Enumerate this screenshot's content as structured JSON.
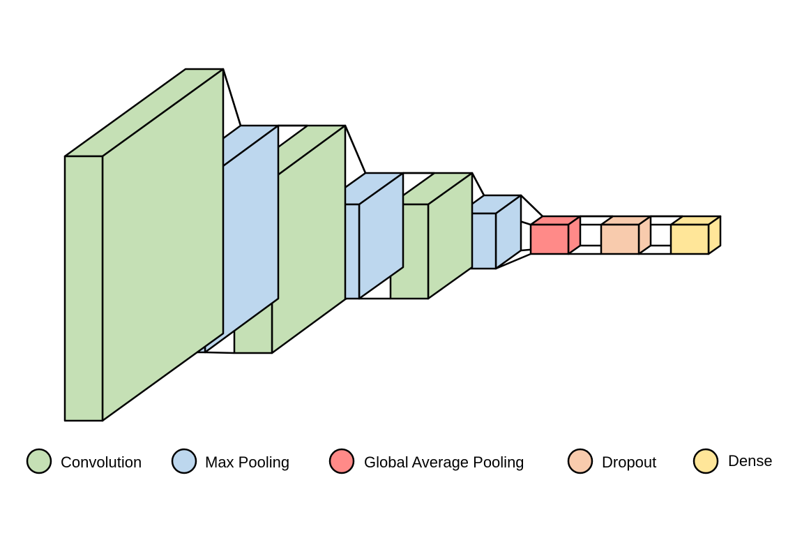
{
  "colors": {
    "convolution": "#c5e0b5",
    "max_pooling": "#bdd7ee",
    "global_average_pooling": "#ff8a88",
    "dropout": "#f8cbad",
    "dense": "#ffe699",
    "stroke": "#000000"
  },
  "layers": [
    {
      "type": "convolution"
    },
    {
      "type": "max_pooling"
    },
    {
      "type": "convolution"
    },
    {
      "type": "max_pooling"
    },
    {
      "type": "convolution"
    },
    {
      "type": "max_pooling"
    },
    {
      "type": "global_average_pooling"
    },
    {
      "type": "dropout"
    },
    {
      "type": "dense"
    }
  ],
  "legend": [
    {
      "key": "convolution",
      "label": "Convolution"
    },
    {
      "key": "max_pooling",
      "label": "Max Pooling"
    },
    {
      "key": "global_average_pooling",
      "label": "Global Average Pooling"
    },
    {
      "key": "dropout",
      "label": "Dropout"
    },
    {
      "key": "dense",
      "label": "Dense"
    }
  ]
}
